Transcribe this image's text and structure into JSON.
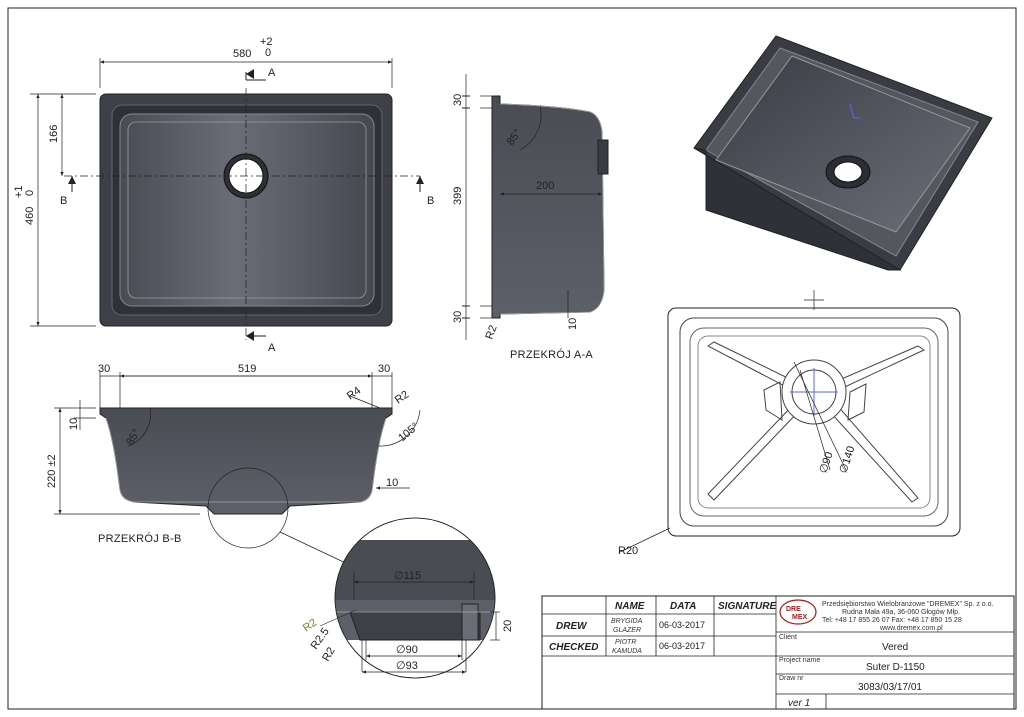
{
  "top_view": {
    "width_dim": "580",
    "width_tol_upper": "+2",
    "width_tol_lower": "0",
    "height_dim": "460",
    "height_tol_upper": "+1",
    "height_tol_lower": "0",
    "offset_dim": "166",
    "section_a": "A",
    "section_b": "B"
  },
  "section_aa": {
    "caption": "PRZEKRÓJ A-A",
    "dim_top": "30",
    "dim_mid": "399",
    "dim_bottom": "30",
    "depth": "200",
    "angle": "85°",
    "radius": "R2",
    "thickness": "10"
  },
  "section_bb": {
    "caption": "PRZEKRÓJ B-B",
    "dim_left": "30",
    "dim_mid": "519",
    "dim_right": "30",
    "r4": "R4",
    "r2": "R2",
    "angle_inner": "85°",
    "angle_outer": "105°",
    "depth": "220 ±2",
    "rim": "10",
    "wall": "10"
  },
  "detail": {
    "d115": "∅115",
    "d90": "∅90",
    "d93": "∅93",
    "h20": "20",
    "r2a": "R2",
    "r25": "R2.5",
    "r2b": "R2"
  },
  "bottom_view": {
    "d90": "∅90",
    "d140": "∅140",
    "r20": "R20"
  },
  "title_block": {
    "col_name": "NAME",
    "col_date": "DATA",
    "col_signature": "SIGNATURE",
    "row1_label": "DREW",
    "row1_name_1": "BRYGIDA",
    "row1_name_2": "GLAZER",
    "row1_date": "06-03-2017",
    "row2_label": "CHECKED",
    "row2_name_1": "PIOTR",
    "row2_name_2": "KAMUDA",
    "row2_date": "06-03-2017",
    "company_line1": "Przedsiębiorstwo Wielobranżowe \"DREMEX\" Sp. z o.o.",
    "company_line2": "Rudna Mała 49a, 36-060 Głogów Młp.",
    "company_line3": "Tel: +48 17 855 26 07    Fax: +48 17 850 15 28",
    "company_line4": "www.dremex.com.pl",
    "logo_text_1": "DRE",
    "logo_text_2": "MEX",
    "client_label": "Client",
    "client_value": "Vered",
    "project_label": "Project name",
    "project_value": "Suter D-1150",
    "drawn_label": "Draw nr",
    "drawn_value": "3083/03/17/01",
    "version": "ver 1"
  },
  "colors": {
    "sink_dark": "#3f4149",
    "sink_mid": "#55575f",
    "sink_light": "#7d808a",
    "line": "#222222"
  }
}
